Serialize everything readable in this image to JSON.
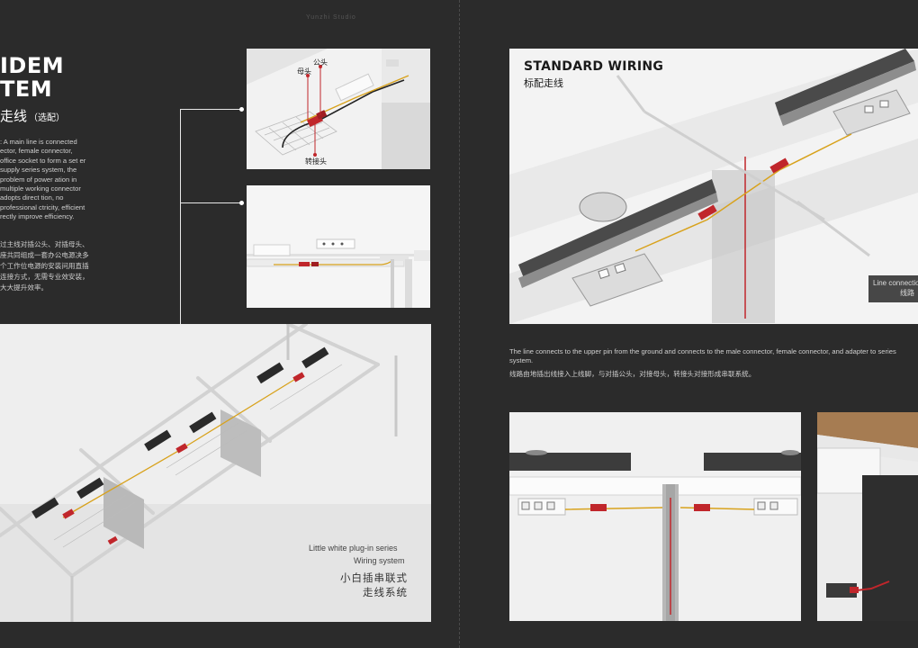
{
  "page": {
    "header_text": "Yunzhi Studio"
  },
  "left": {
    "title_line1": "IDEM",
    "title_line2": "TEM",
    "title_cn": "走线",
    "title_cn_suffix": "（选配）",
    "body_en": ": A main line is connected ector, female connector, office socket to form a set er supply series system, the problem of power ation in multiple working connector adopts direct tion, no professional ctricity, efficient rectly improve efficiency.",
    "body_cn": "过主线对插公头、对插母头、座共同组成一套办公电源决多个工作位电源的安装问用直插连接方式，无需专业效安装，大大提升效率。",
    "diagram_labels": {
      "female": "母头",
      "male": "公头",
      "adapter": "转接头"
    },
    "caption_en_1": "Little white plug-in series",
    "caption_en_2": "Wiring system",
    "caption_cn_1": "小白插串联式",
    "caption_cn_2": "走线系统"
  },
  "right": {
    "title": "STANDARD WIRING",
    "title_cn": "标配走线",
    "line_tag_en": "Line connection",
    "line_tag_cn": "线路",
    "note_en": "The line connects to the upper pin from the ground and connects to the male connector, female connector, and adapter to series system.",
    "note_cn": "线路由地插出线接入上线脚，与对插公头，对接母头，转接头对接形成串联系统。"
  },
  "colors": {
    "background": "#2b2b2b",
    "wire_red": "#c0262b",
    "wire_yellow": "#d8a21c",
    "white_text": "#ffffff"
  }
}
